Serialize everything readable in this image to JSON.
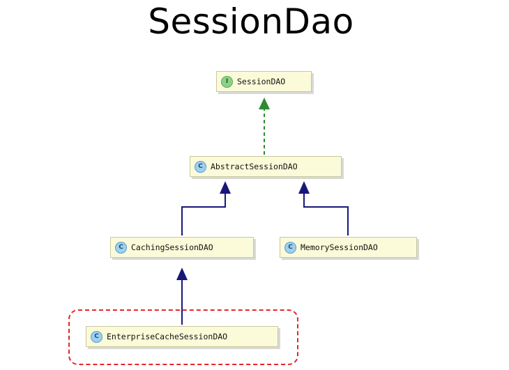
{
  "title": "SessionDao",
  "nodes": {
    "session_dao": {
      "kind": "I",
      "label": "SessionDAO"
    },
    "abstract_session_dao": {
      "kind": "C",
      "label": "AbstractSessionDAO"
    },
    "caching_session_dao": {
      "kind": "C",
      "label": "CachingSessionDAO"
    },
    "memory_session_dao": {
      "kind": "C",
      "label": "MemorySessionDAO"
    },
    "enterprise_cache_session_dao": {
      "kind": "C",
      "label": "EnterpriseCacheSessionDAO"
    }
  },
  "colors": {
    "implements_arrow": "#2e8b2e",
    "extends_arrow": "#17177a",
    "highlight_border": "#e4262a",
    "node_fill": "#fbfbd9"
  }
}
